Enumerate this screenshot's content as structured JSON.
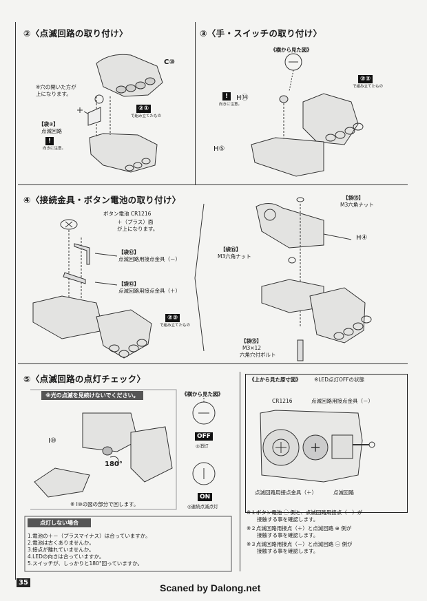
{
  "sections": {
    "s2": {
      "title": "②〈点滅回路の取り付け〉",
      "part_c": "C⑩",
      "hole_note": "※穴の開いた方が\n上になります。",
      "bag_label": "【袋②】",
      "bag_item": "点滅回路",
      "dir_note": "向きに注意。",
      "sticker": "②①",
      "sticker_note": "で組み立てたもの"
    },
    "s3": {
      "title": "③〈手・スイッチの取り付け〉",
      "side_view": "《横から見た図》",
      "h14": "H⑭",
      "dir_note": "向きに注意。",
      "h5": "H⑤",
      "sticker": "②②",
      "sticker_note": "で組み立てたもの"
    },
    "s4": {
      "title": "④〈接続金具・ボタン電池の取り付け〉",
      "battery": "ボタン電池 CR1216",
      "plus_note": "＋（プラス）面\nが上になります。",
      "bag12a": "【袋⑫】",
      "contact_minus": "点滅回路用接点金具（－）",
      "bag12b": "【袋⑫】",
      "contact_plus": "点滅回路用接点金具（＋）",
      "sticker": "②③",
      "sticker_note": "で組み立てたもの",
      "bag15": "【袋⑮】",
      "nut_top": "M3六角ナット",
      "h4": "H④",
      "bag15b": "【袋⑮】",
      "nut_mid": "M3六角ナット",
      "bag15c": "【袋⑮】",
      "bolt_size": "M3×12",
      "bolt_name": "六角穴付ボルト"
    },
    "s5": {
      "title": "⑤〈点滅回路の点灯チェック〉",
      "light_warning": "※光の点滅を見続けないでください。",
      "i10": "I⑩",
      "angle": "180°",
      "rotate_note": "※ I⑩の図の部分で回します。",
      "side_view": "《横から見た図》",
      "off": "OFF",
      "off_note": "◎消灯",
      "on": "ON",
      "on_note": "◎連続点滅点灯",
      "top_view": "《上から見た原寸図》",
      "led_state": "※LED点灯OFFの状態",
      "cr1216": "CR1216",
      "contact_minus": "点滅回路用接点金具（－）",
      "contact_plus": "点滅回路用接点金具（＋）",
      "circuit": "点滅回路",
      "notes": [
        "※１ボタン電池 ㊀ 側と、点滅回路用接点（－）が",
        "　　接触する事を確認します。",
        "※２点滅回路用接点（＋）と点滅回路 ⊕ 側が",
        "　　接触する事を確認します。",
        "※３点滅回路用接点（－）と点滅回路 ㊀ 側が",
        "　　接触する事を確認します。"
      ],
      "fail_title": "点灯しない場合",
      "fail_items": [
        "1.電池の＋－（プラスマイナス）は合っていますか。",
        "2.電池は古くありませんか。",
        "3.接点が離れていませんか。",
        "4.LEDの向きは合っていますか。",
        "5.スイッチが、しっかりと180°回っていますか。"
      ]
    }
  },
  "footer": {
    "page_number": "35",
    "credit": "Scaned by Dalong.net"
  }
}
